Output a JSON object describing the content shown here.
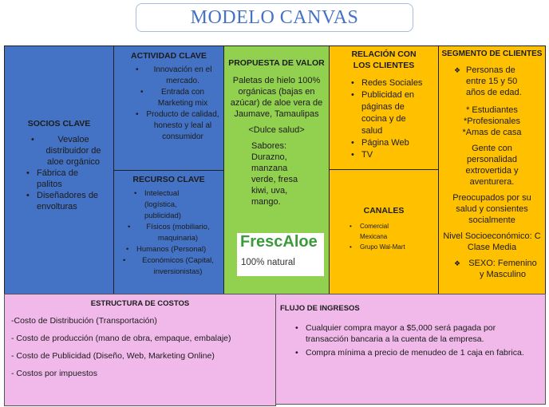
{
  "title": "MODELO CANVAS",
  "socios": {
    "heading": "SOCIOS CLAVE",
    "items": [
      "Vevaloe distribuidor de aloe orgánico",
      "Fábrica de palitos",
      "Diseñadores de envolturas"
    ]
  },
  "actividad": {
    "heading": "ACTIVIDAD CLAVE",
    "items": [
      "Innovación en el mercado.",
      "Entrada con Marketing mix",
      "Producto de calidad, honesto y leal al consumidor"
    ]
  },
  "recurso": {
    "heading": "RECURSO CLAVE",
    "items": [
      "Intelectual (logística, publicidad)",
      "Físicos (mobiliario, maquinaria)",
      "Humanos (Personal)",
      "Económicos (Capital, inversionistas)"
    ]
  },
  "propuesta": {
    "heading": "PROPUESTA DE VALOR",
    "description": "Paletas de hielo 100% orgánicas (bajas en azúcar) de aloe vera de Jaumave, Tamaulipas",
    "slogan": "<Dulce salud>",
    "flavors": "Sabores: Durazno, manzana verde, fresa kiwi, uva, mango.",
    "logo": {
      "name": "FrescAloe",
      "tagline": "100% natural"
    }
  },
  "relacion": {
    "heading": "RELACIÓN CON LOS CLIENTES",
    "items": [
      "Redes Sociales",
      "Publicidad en páginas de cocina y de salud",
      "Página Web",
      "TV"
    ]
  },
  "canales": {
    "heading": "CANALES",
    "items": [
      "Comercial Mexicana",
      "Grupo Wal-Mart"
    ]
  },
  "segmento": {
    "heading": "SEGMENTO DE CLIENTES",
    "age": "Personas de entre 15 y 50 años de edad.",
    "groups": [
      "* Estudiantes",
      "*Profesionales",
      "*Amas de casa"
    ],
    "personality": "Gente con personalidad extrovertida y aventurera.",
    "concerns": "Preocupados por su salud y consientes socialmente",
    "level": "Nivel Socioeconómico: C Clase Media",
    "sex": "SEXO: Femenino y Masculino"
  },
  "costos": {
    "heading": "ESTRUCTURA DE COSTOS",
    "items": [
      "-Costo de Distribución (Transportación)",
      "- Costo de producción (mano de obra, empaque, embalaje)",
      "- Costo de Publicidad (Diseño, Web, Marketing Online)",
      "- Costos por impuestos"
    ]
  },
  "ingresos": {
    "heading": "FLUJO DE INGRESOS",
    "items": [
      "Cualquier compra mayor a $5,000 será pagada por transacción bancaria a la cuenta de la empresa.",
      "Compra mínima a precio de menudeo de 1 caja en fabrica."
    ]
  },
  "colors": {
    "blue": "#4472c4",
    "green": "#92d050",
    "yellow": "#ffc000",
    "pink": "#f0b9e9"
  }
}
